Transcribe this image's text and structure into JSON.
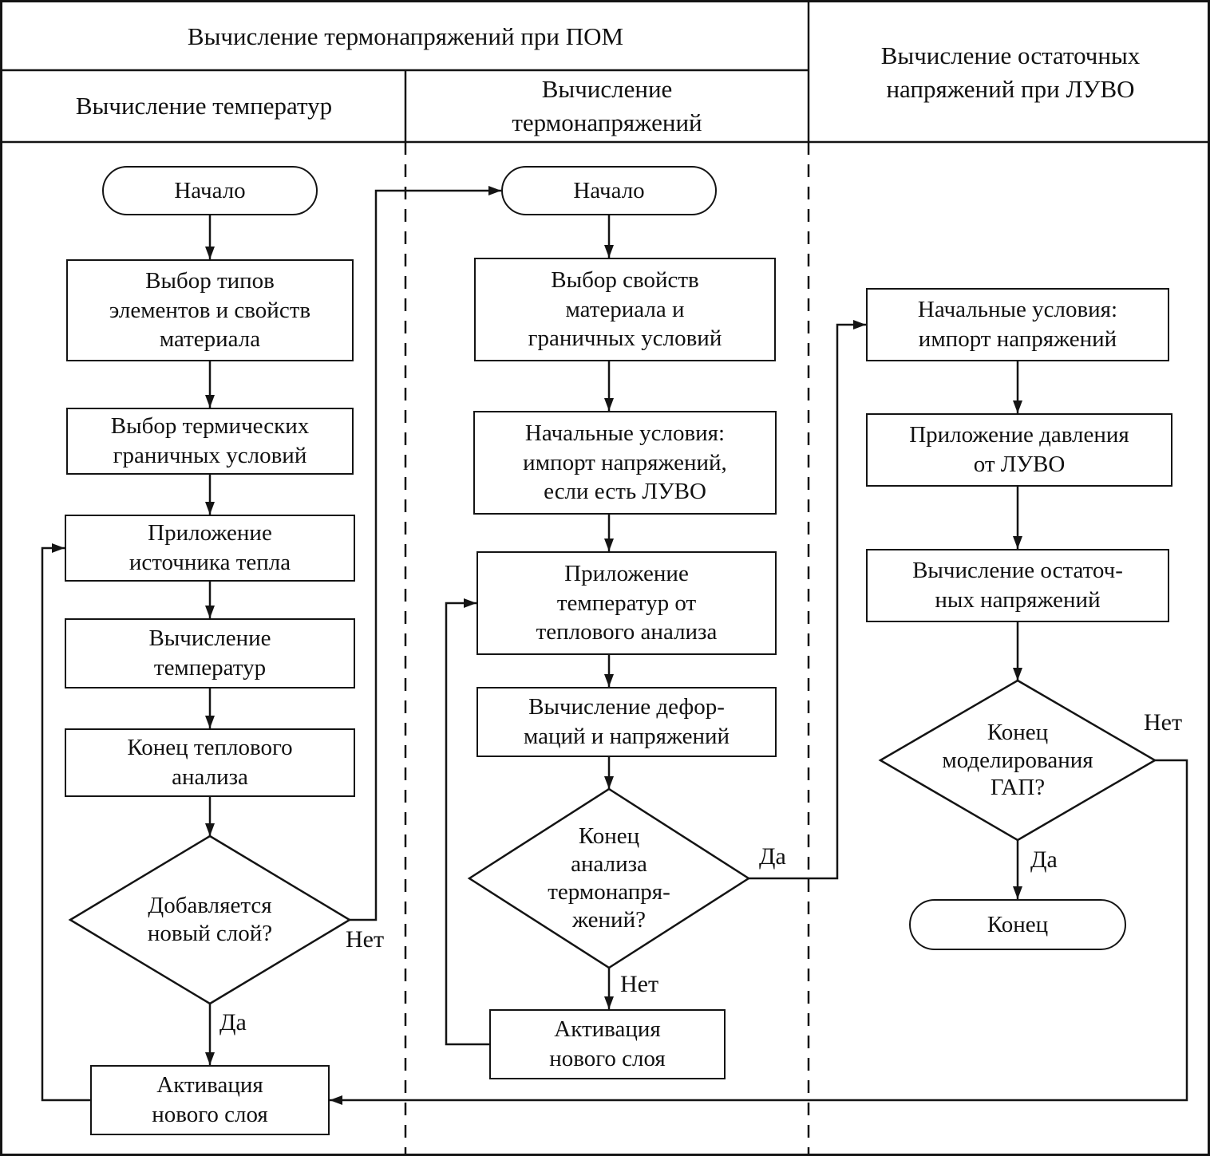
{
  "colors": {
    "line": "#141414",
    "background": "#ffffff"
  },
  "headers": {
    "pom": "Вычисление термонапряжений при ПОМ",
    "temps": "Вычисление температур",
    "thermo": [
      "Вычисление",
      "термонапряжений"
    ],
    "luvo": [
      "Вычисление остаточных",
      "напряжений при ЛУВО"
    ]
  },
  "left": {
    "start": "Начало",
    "n1": [
      "Выбор типов",
      "элементов и свойств",
      "материала"
    ],
    "n2": [
      "Выбор термических",
      "граничных условий"
    ],
    "n3": [
      "Приложение",
      "источника тепла"
    ],
    "n4": [
      "Вычисление",
      "температур"
    ],
    "n5": [
      "Конец теплового",
      "анализа"
    ],
    "d1": [
      "Добавляется",
      "новый слой?"
    ],
    "n6": [
      "Активация",
      "нового слоя"
    ],
    "yes": "Да",
    "no": "Нет"
  },
  "middle": {
    "start": "Начало",
    "n1": [
      "Выбор свойств",
      "материала и",
      "граничных условий"
    ],
    "n2": [
      "Начальные условия:",
      "импорт напряжений,",
      "если есть ЛУВО"
    ],
    "n3": [
      "Приложение",
      "температур от",
      "теплового анализа"
    ],
    "n4": [
      "Вычисление дефор-",
      "маций и напряжений"
    ],
    "d1": [
      "Конец",
      "анализа",
      "термонапря-",
      "жений?"
    ],
    "n5": [
      "Активация",
      "нового слоя"
    ],
    "yes": "Да",
    "no": "Нет"
  },
  "right": {
    "n1": [
      "Начальные условия:",
      "импорт напряжений"
    ],
    "n2": [
      "Приложение давления",
      "от ЛУВО"
    ],
    "n3": [
      "Вычисление остаточ-",
      "ных напряжений"
    ],
    "d1": [
      "Конец",
      "моделирования",
      "ГАП?"
    ],
    "end": "Конец",
    "yes": "Да",
    "no": "Нет"
  }
}
